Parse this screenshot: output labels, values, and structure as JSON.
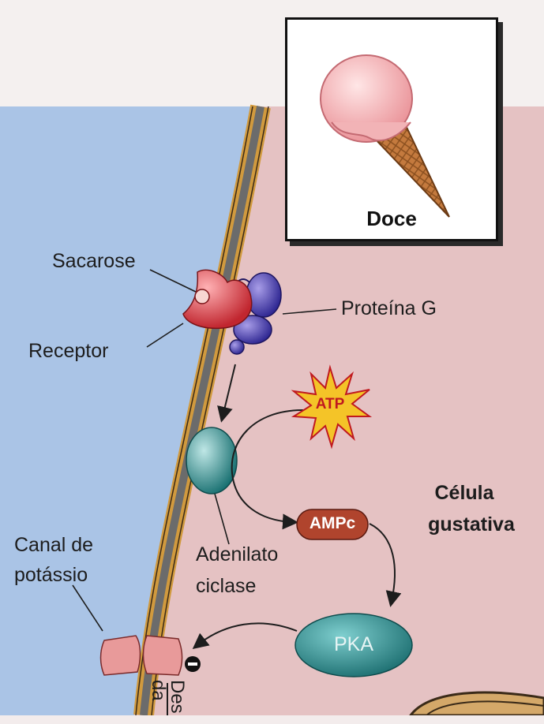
{
  "labels": {
    "sacarose": "Sacarose",
    "receptor": "Receptor",
    "proteina_g": "Proteína G",
    "atp": "ATP",
    "adenilato": "Adenilato",
    "ciclase": "ciclase",
    "ampc": "AMPc",
    "celula": "Célula",
    "gustativa": "gustativa",
    "canal_line1": "Canal de",
    "canal_line2": "potássio",
    "pka": "PKA",
    "doce": "Doce",
    "truncated_line1": "Des",
    "truncated_line2": "da"
  },
  "colors": {
    "extracellular": "#aac4e6",
    "cytoplasm": "#e5c2c3",
    "membrane_outer": "#d19a3e",
    "membrane_core": "#6b6b6b",
    "receptor": "#d8464e",
    "g_protein": "#4a3fae",
    "adenylate_cyclase": "#1f8a8a",
    "pka": "#2b8f91",
    "ampc": "#b0442d",
    "atp_star": "#f4c428",
    "channel": "#e89a9a"
  }
}
